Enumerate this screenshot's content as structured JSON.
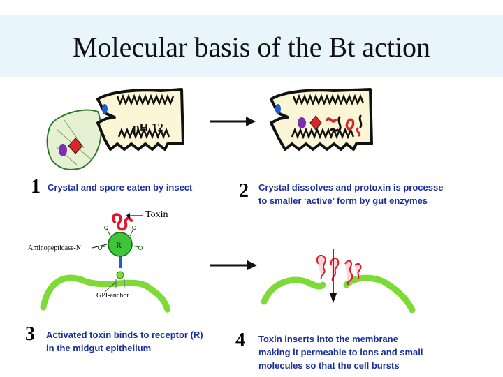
{
  "title": "Molecular basis of the Bt action",
  "panels": [
    {
      "number": "1",
      "caption_lines": [
        "Crystal and spore eaten by insect"
      ]
    },
    {
      "number": "2",
      "caption_lines": [
        "Crystal  dissolves and protoxin is processe",
        "to smaller ‘active’ form by gut enzymes"
      ]
    },
    {
      "number": "3",
      "caption_lines": [
        "Activated toxin binds to receptor (R)",
        "in the midgut epithelium"
      ]
    },
    {
      "number": "4",
      "caption_lines": [
        "Toxin inserts into the membrane",
        "making it permeable to ions and small",
        "molecules  so that the cell bursts"
      ]
    }
  ],
  "labels": {
    "ph": "pH 12",
    "toxin": "Toxin",
    "receptor": "R",
    "aminopeptidase": "Aminopeptidase-N",
    "gpi_anchor": "GPI-anchor"
  },
  "colors": {
    "gut_fill": "#fbf7d6",
    "gut_outline": "#111111",
    "membrane": "#7ddb37",
    "toxin": "#e0182b",
    "crystal": "#d8262e",
    "spore": "#7b2fb6",
    "nucleus": "#1c5fd0",
    "caption_text": "#1a2f9e",
    "title_band": "#e8f6fb"
  }
}
